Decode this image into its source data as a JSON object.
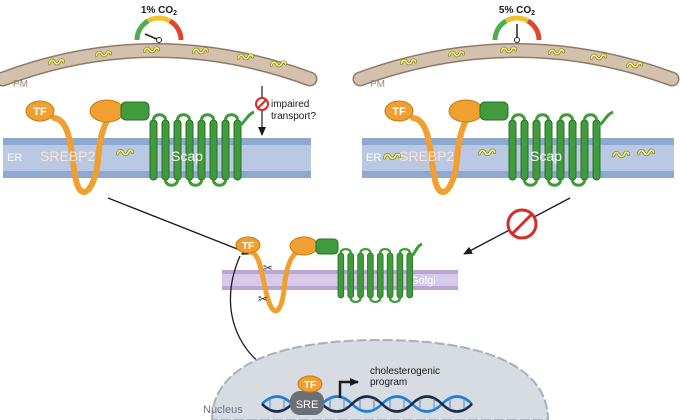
{
  "gauges": [
    {
      "label": "1% CO",
      "subscript": "2",
      "level": "low"
    },
    {
      "label": "5% CO",
      "subscript": "2",
      "level": "middle"
    }
  ],
  "labels": {
    "pm": "PM",
    "er": "ER",
    "tf": "TF",
    "srebp2": "SREBP2",
    "scap": "Scap",
    "golgi": "Golgi",
    "nucleus": "Nucleus",
    "sre": "SRE",
    "impaired_line1": "impaired",
    "impaired_line2": "transport?",
    "program_line1": "cholesterogenic",
    "program_line2": "program"
  },
  "colors": {
    "membrane": "#8fa8d0",
    "membrane_core": "#b9c9e3",
    "golgi": "#b9a6d6",
    "pm": "#c9b29a",
    "srebp2": "#f0a030",
    "scap": "#3f9b3b",
    "cholesterol": "#f4ef60",
    "inhibit": "#d62b2b",
    "nucleus": "#d7dbe2",
    "dna_a": "#1e7fd6",
    "dna_b": "#1c2b4a"
  }
}
